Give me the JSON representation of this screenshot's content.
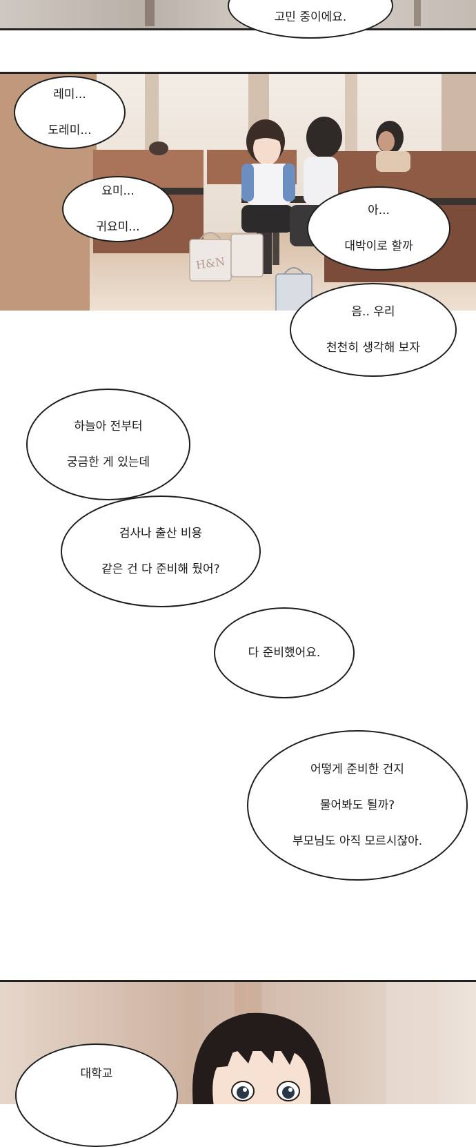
{
  "top_panel": {
    "bubble_text": "고민 중이에요."
  },
  "cafe_panel": {
    "bag_logo": "H&N",
    "bubbles": {
      "remi": [
        "레미...",
        "도레미..."
      ],
      "yomi": [
        "요미...",
        "귀요미..."
      ],
      "daebak": [
        "아...",
        "대박이로 할까"
      ],
      "think": [
        "음.. 우리",
        "천천히 생각해 보자"
      ]
    }
  },
  "dialogue": {
    "question1": [
      "하늘아 전부터",
      "궁금한 게 있는데"
    ],
    "question2": [
      "검사나 출산 비용",
      "같은 건 다 준비해 뒀어?"
    ],
    "answer1": [
      "다 준비했어요."
    ],
    "question3": [
      "어떻게 준비한 건지",
      "물어봐도 될까?",
      "부모님도 아직 모르시잖아."
    ]
  },
  "bottom_panel": {
    "bubble_text": "대학교"
  },
  "colors": {
    "panel_border": "#222222",
    "cafe_wall": "#e8dcd0",
    "cafe_booth": "#8a5a44",
    "bottom_bg": "#d8c3b4"
  }
}
